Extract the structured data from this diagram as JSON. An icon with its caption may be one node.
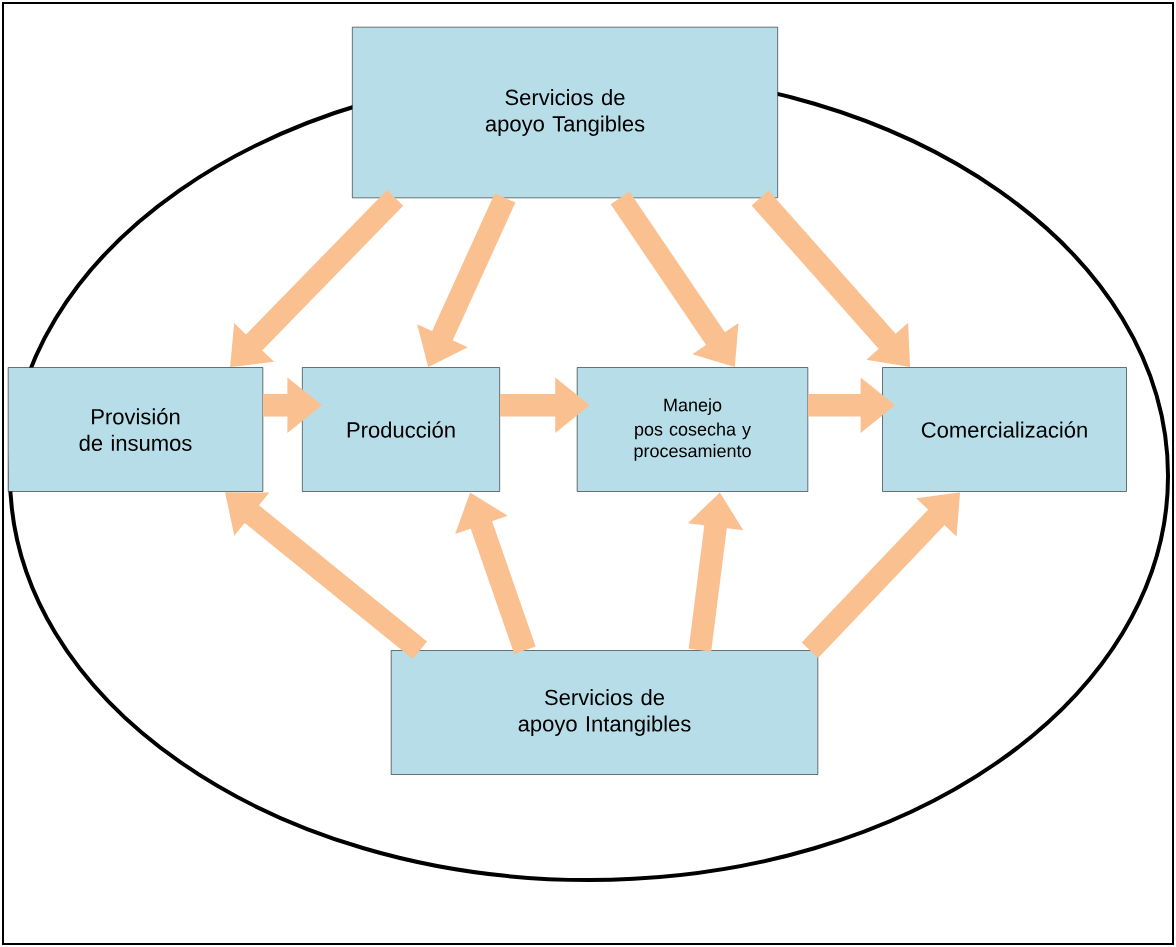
{
  "diagram": {
    "nodes": [
      {
        "text": [
          "Servicios de apoyo Tangibles"
        ]
      },
      {
        "text": [
          "Provisión de insumos"
        ]
      },
      {
        "text": [
          "Producción"
        ]
      },
      {
        "text": [
          "Manejo",
          "pos cosecha y procesamiento"
        ]
      },
      {
        "text": [
          "Comercialización"
        ]
      },
      {
        "text": [
          "Servicios de apoyo Intangibles"
        ]
      }
    ],
    "edges": [
      {
        "from": 0,
        "to": 1,
        "arrow": "to"
      },
      {
        "from": 0,
        "to": 2,
        "arrow": "to"
      },
      {
        "from": 0,
        "to": 3,
        "arrow": "to"
      },
      {
        "from": 0,
        "to": 4,
        "arrow": "to"
      },
      {
        "from": 1,
        "to": 2,
        "arrow": "to"
      },
      {
        "from": 2,
        "to": 3,
        "arrow": "to"
      },
      {
        "from": 3,
        "to": 4,
        "arrow": "to"
      },
      {
        "from": 5,
        "to": 1,
        "arrow": "to"
      },
      {
        "from": 5,
        "to": 2,
        "arrow": "to"
      },
      {
        "from": 5,
        "to": 3,
        "arrow": "to"
      },
      {
        "from": 5,
        "to": 4,
        "arrow": "to"
      }
    ]
  }
}
